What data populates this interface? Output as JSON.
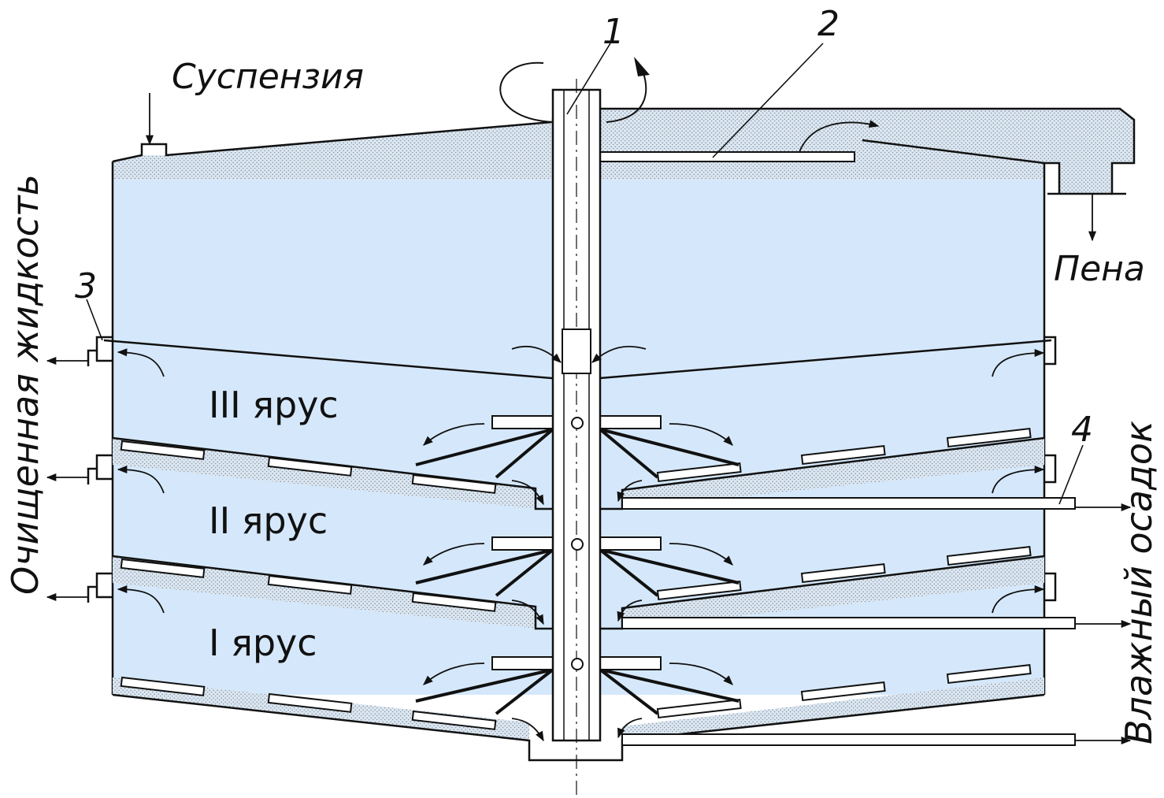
{
  "labels": {
    "suspension": "Суспензия",
    "foam": "Пена",
    "clarified_liquid": "Очищенная жидкость",
    "wet_sediment": "Влажный осадок",
    "num_1": "1",
    "num_2": "2",
    "num_3": "3",
    "num_4": "4"
  },
  "tiers": [
    {
      "label": "III ярус"
    },
    {
      "label": "II ярус"
    },
    {
      "label": "I ярус"
    }
  ],
  "colors": {
    "liquid": "#d5e8fb",
    "sediment": "#bfd3e8",
    "outline": "#111111",
    "background": "#ffffff"
  }
}
